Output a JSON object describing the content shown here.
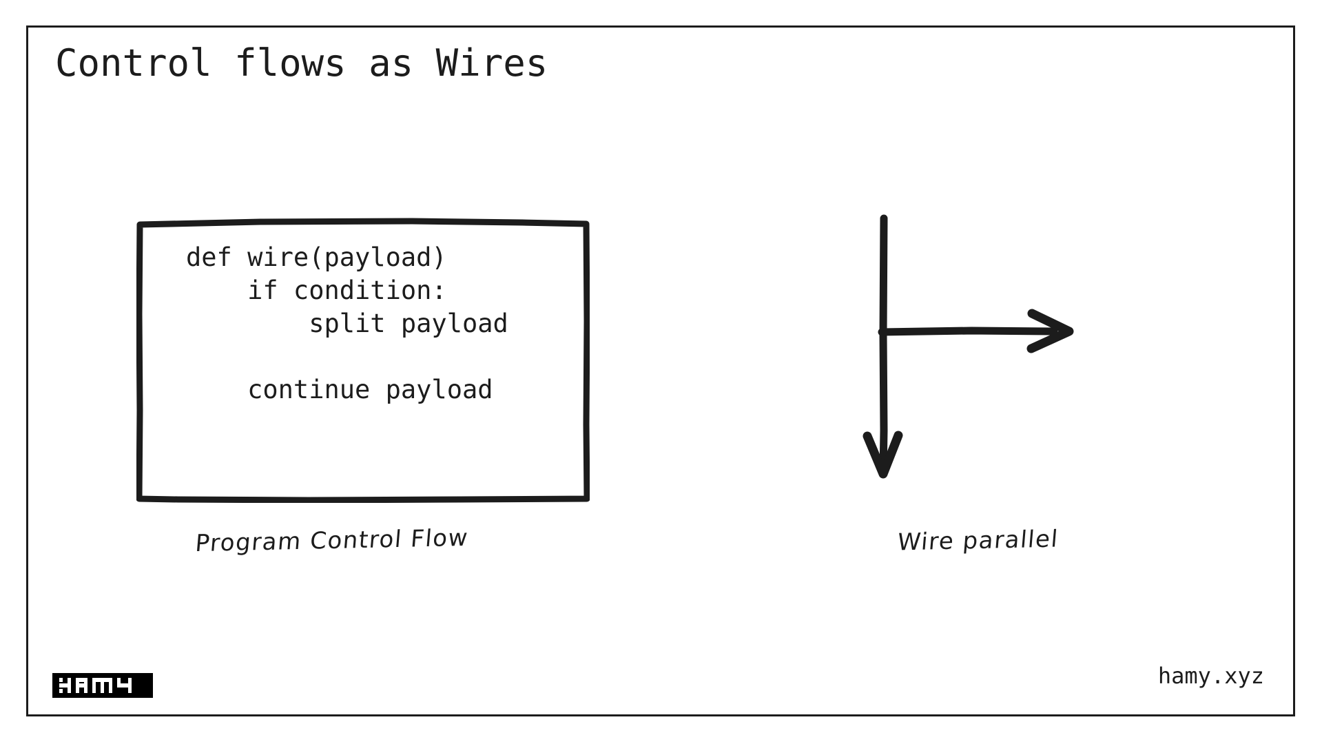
{
  "slide": {
    "title": "Control flows as Wires",
    "background_color": "#ffffff",
    "ink_color": "#1c1c1c"
  },
  "code_panel": {
    "caption": "Program Control Flow",
    "code": "def wire(payload)\n    if condition:\n        split payload\n\n    continue payload",
    "code_lines": [
      "def wire(payload)",
      "    if condition:",
      "        split payload",
      "",
      "    continue payload"
    ]
  },
  "wire_panel": {
    "caption": "Wire parallel",
    "main_wire_icon": "down-arrow-icon",
    "branch_wire_icon": "right-arrow-icon"
  },
  "footer": {
    "logo_text": "HAMY",
    "logo_icon": "hamy-wordmark-icon",
    "site_url": "hamy.xyz"
  }
}
